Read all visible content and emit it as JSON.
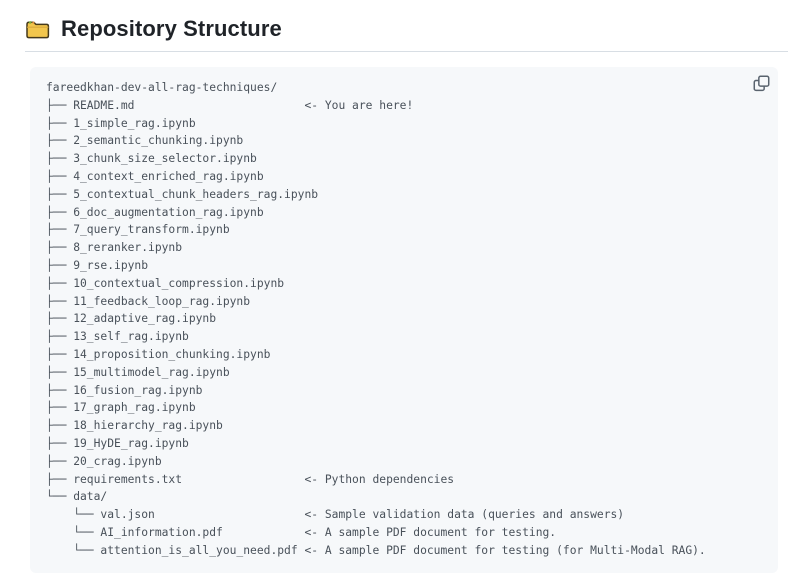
{
  "header": {
    "title": "Repository Structure"
  },
  "icons": {
    "heading_icon": "folder-icon (yellow closed folder emoji)",
    "copy_button_icon": "copy-icon (two overlapping squares)"
  },
  "colors": {
    "page_background": "#ffffff",
    "code_block_background": "#f6f8fa",
    "code_text": "#49515a",
    "heading_text": "#1f2328",
    "divider": "#d8dee4",
    "copy_icon": "#59636e",
    "folder_body": "#f2c64d",
    "folder_outline": "#45391b",
    "folder_dot_green": "#77aa3c",
    "folder_dot_orange": "#e2903a"
  },
  "code_block": {
    "annotation_column": 38,
    "entries": [
      {
        "name": "fareedkhan-dev-all-rag-techniques/"
      },
      {
        "prefix": "├── ",
        "name": "README.md",
        "annotation": "<- You are here!"
      },
      {
        "prefix": "├── ",
        "name": "1_simple_rag.ipynb"
      },
      {
        "prefix": "├── ",
        "name": "2_semantic_chunking.ipynb"
      },
      {
        "prefix": "├── ",
        "name": "3_chunk_size_selector.ipynb"
      },
      {
        "prefix": "├── ",
        "name": "4_context_enriched_rag.ipynb"
      },
      {
        "prefix": "├── ",
        "name": "5_contextual_chunk_headers_rag.ipynb"
      },
      {
        "prefix": "├── ",
        "name": "6_doc_augmentation_rag.ipynb"
      },
      {
        "prefix": "├── ",
        "name": "7_query_transform.ipynb"
      },
      {
        "prefix": "├── ",
        "name": "8_reranker.ipynb"
      },
      {
        "prefix": "├── ",
        "name": "9_rse.ipynb"
      },
      {
        "prefix": "├── ",
        "name": "10_contextual_compression.ipynb"
      },
      {
        "prefix": "├── ",
        "name": "11_feedback_loop_rag.ipynb"
      },
      {
        "prefix": "├── ",
        "name": "12_adaptive_rag.ipynb"
      },
      {
        "prefix": "├── ",
        "name": "13_self_rag.ipynb"
      },
      {
        "prefix": "├── ",
        "name": "14_proposition_chunking.ipynb"
      },
      {
        "prefix": "├── ",
        "name": "15_multimodel_rag.ipynb"
      },
      {
        "prefix": "├── ",
        "name": "16_fusion_rag.ipynb"
      },
      {
        "prefix": "├── ",
        "name": "17_graph_rag.ipynb"
      },
      {
        "prefix": "├── ",
        "name": "18_hierarchy_rag.ipynb"
      },
      {
        "prefix": "├── ",
        "name": "19_HyDE_rag.ipynb"
      },
      {
        "prefix": "├── ",
        "name": "20_crag.ipynb"
      },
      {
        "prefix": "├── ",
        "name": "requirements.txt",
        "annotation": "<- Python dependencies"
      },
      {
        "prefix": "└── ",
        "name": "data/"
      },
      {
        "indent": "    ",
        "prefix": "└── ",
        "name": "val.json",
        "annotation": "<- Sample validation data (queries and answers)"
      },
      {
        "indent": "    ",
        "prefix": "└── ",
        "name": "AI_information.pdf",
        "annotation": "<- A sample PDF document for testing."
      },
      {
        "indent": "    ",
        "prefix": "└── ",
        "name": "attention_is_all_you_need.pdf",
        "annotation": "<- A sample PDF document for testing (for Multi-Modal RAG)."
      }
    ]
  }
}
